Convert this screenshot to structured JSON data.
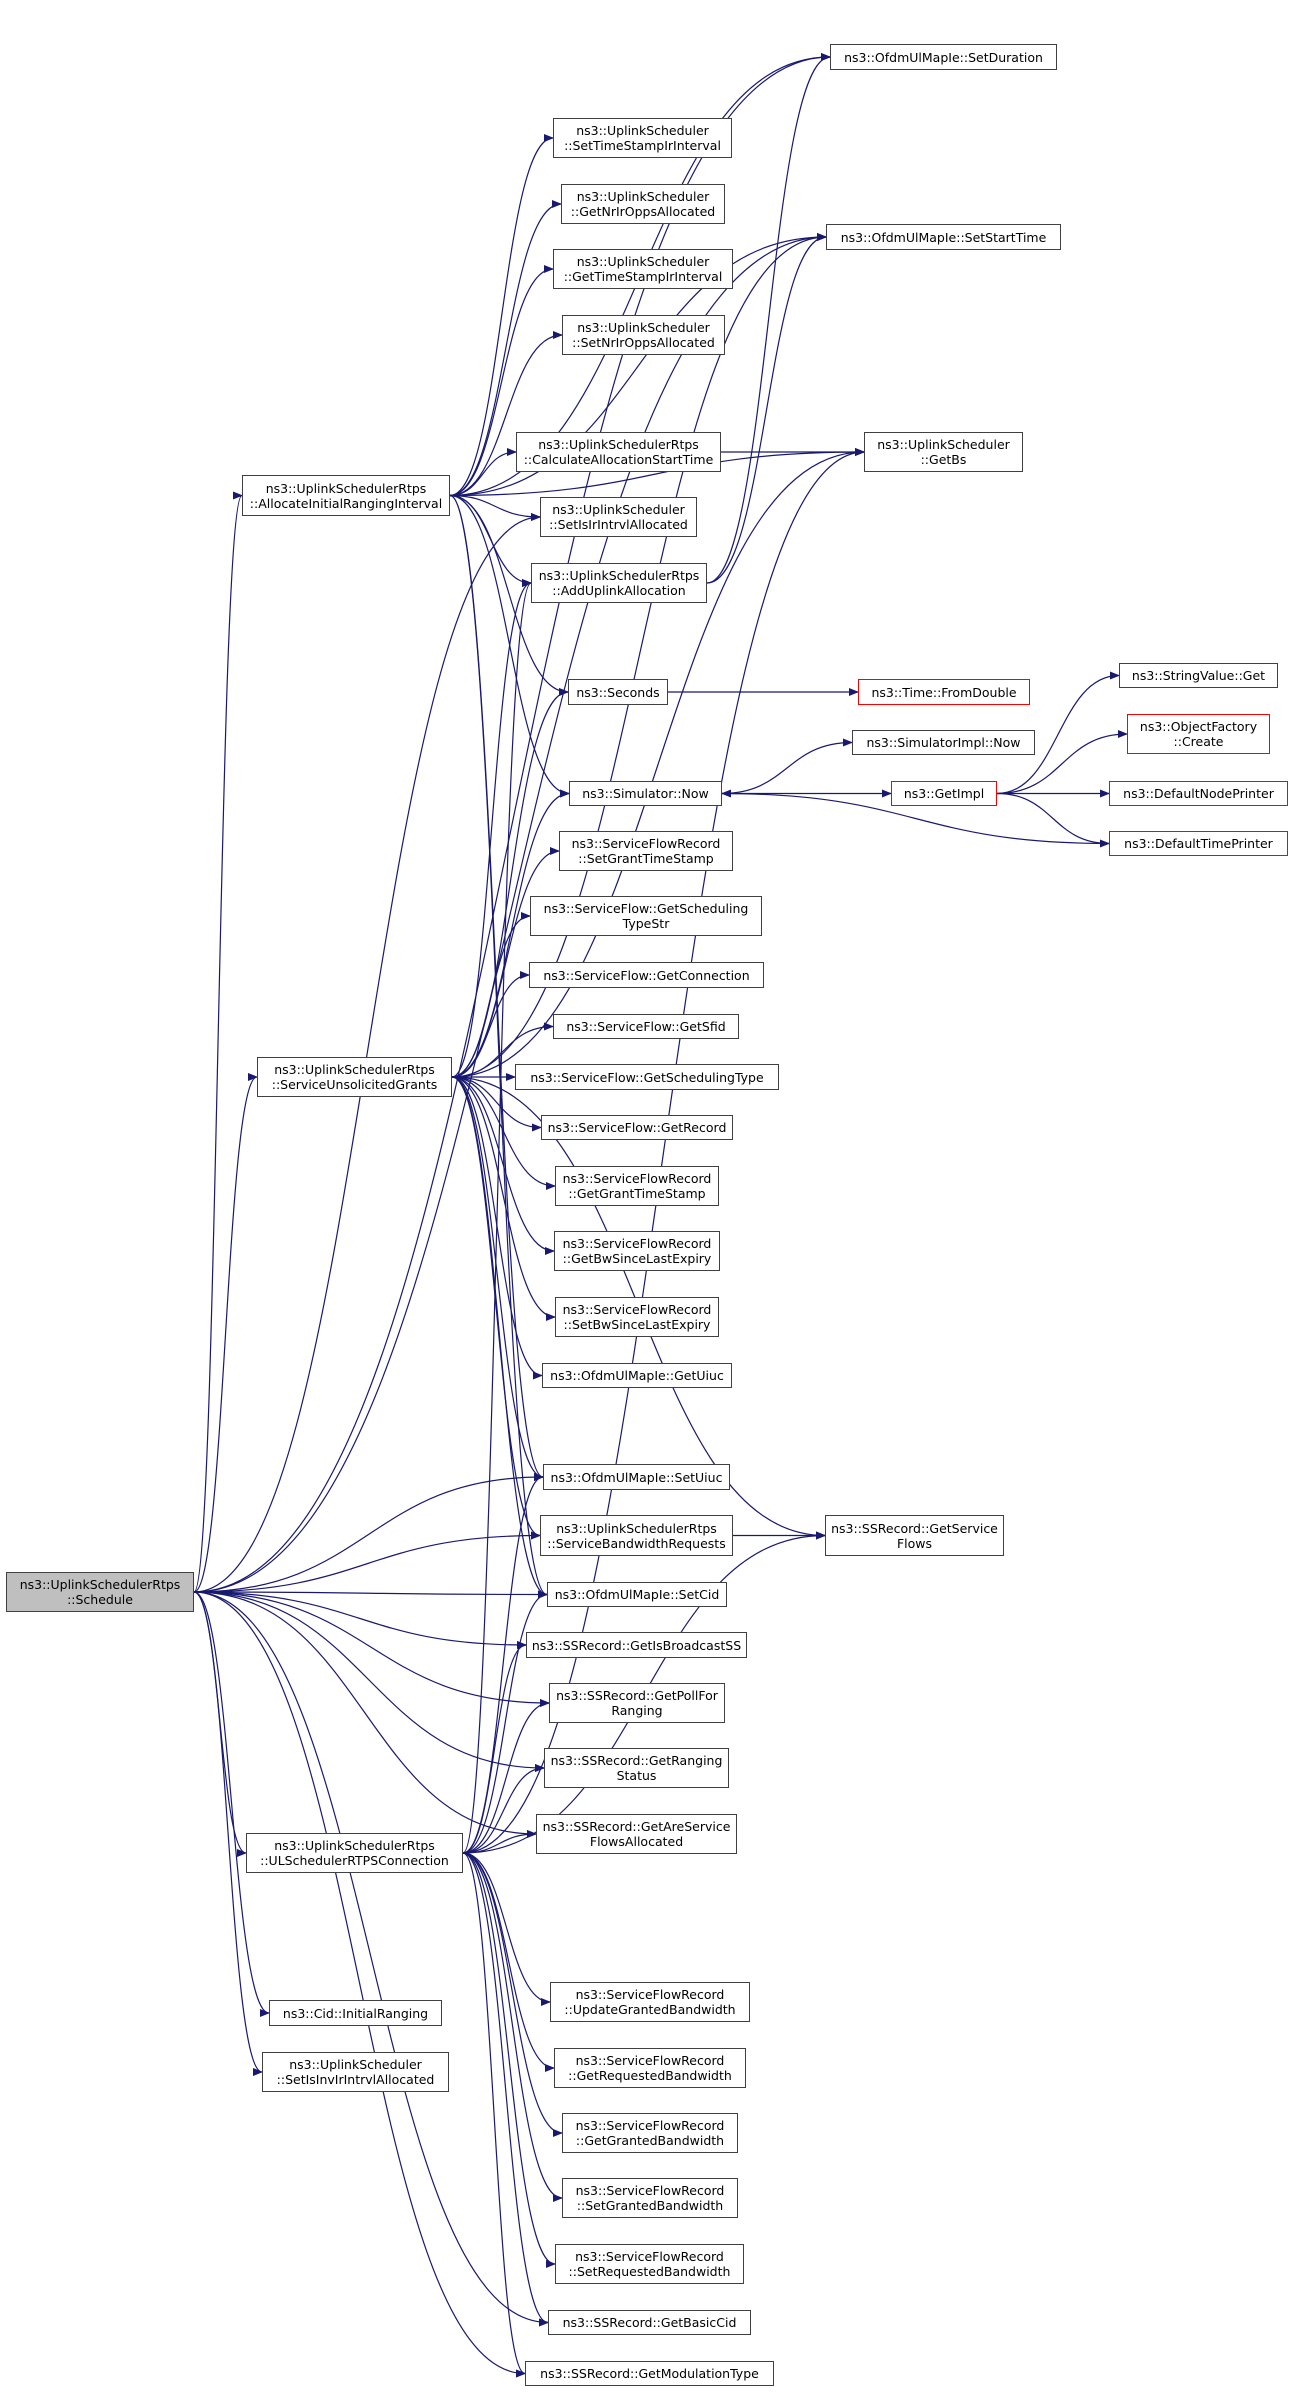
{
  "title": "ns3::UplinkSchedulerRtps::Schedule call graph",
  "colors": {
    "edge": "#191970",
    "node_border": "#404040",
    "external_border": "#ff0000",
    "root_fill": "#bfbfbf"
  },
  "nodes": [
    {
      "id": "schedule",
      "lines": [
        "ns3::UplinkSchedulerRtps",
        "::Schedule"
      ],
      "kind": "root"
    },
    {
      "id": "allocIR",
      "lines": [
        "ns3::UplinkSchedulerRtps",
        "::AllocateInitialRangingInterval"
      ],
      "kind": "normal"
    },
    {
      "id": "sug",
      "lines": [
        "ns3::UplinkSchedulerRtps",
        "::ServiceUnsolicitedGrants"
      ],
      "kind": "normal"
    },
    {
      "id": "ulrtps",
      "lines": [
        "ns3::UplinkSchedulerRtps",
        "::ULSchedulerRTPSConnection"
      ],
      "kind": "normal"
    },
    {
      "id": "initRanging",
      "lines": [
        "ns3::Cid::InitialRanging"
      ],
      "kind": "normal"
    },
    {
      "id": "setInvIr",
      "lines": [
        "ns3::UplinkScheduler",
        "::SetIsInvIrIntrvlAllocated"
      ],
      "kind": "normal"
    },
    {
      "id": "setTsIr",
      "lines": [
        "ns3::UplinkScheduler",
        "::SetTimeStampIrInterval"
      ],
      "kind": "normal"
    },
    {
      "id": "getNrIr",
      "lines": [
        "ns3::UplinkScheduler",
        "::GetNrIrOppsAllocated"
      ],
      "kind": "normal"
    },
    {
      "id": "getTsIr",
      "lines": [
        "ns3::UplinkScheduler",
        "::GetTimeStampIrInterval"
      ],
      "kind": "normal"
    },
    {
      "id": "setNrIr",
      "lines": [
        "ns3::UplinkScheduler",
        "::SetNrIrOppsAllocated"
      ],
      "kind": "normal"
    },
    {
      "id": "calcStart",
      "lines": [
        "ns3::UplinkSchedulerRtps",
        "::CalculateAllocationStartTime"
      ],
      "kind": "normal"
    },
    {
      "id": "setIsIr",
      "lines": [
        "ns3::UplinkScheduler",
        "::SetIsIrIntrvlAllocated"
      ],
      "kind": "normal"
    },
    {
      "id": "addUl",
      "lines": [
        "ns3::UplinkSchedulerRtps",
        "::AddUplinkAllocation"
      ],
      "kind": "normal"
    },
    {
      "id": "seconds",
      "lines": [
        "ns3::Seconds"
      ],
      "kind": "normal"
    },
    {
      "id": "simNow",
      "lines": [
        "ns3::Simulator::Now"
      ],
      "kind": "normal"
    },
    {
      "id": "setGrantTs",
      "lines": [
        "ns3::ServiceFlowRecord",
        "::SetGrantTimeStamp"
      ],
      "kind": "normal"
    },
    {
      "id": "getSchedTypeStr",
      "lines": [
        "ns3::ServiceFlow::GetScheduling",
        "TypeStr"
      ],
      "kind": "normal"
    },
    {
      "id": "getConn",
      "lines": [
        "ns3::ServiceFlow::GetConnection"
      ],
      "kind": "normal"
    },
    {
      "id": "getSfid",
      "lines": [
        "ns3::ServiceFlow::GetSfid"
      ],
      "kind": "normal"
    },
    {
      "id": "getSchedType",
      "lines": [
        "ns3::ServiceFlow::GetSchedulingType"
      ],
      "kind": "normal"
    },
    {
      "id": "getRecord",
      "lines": [
        "ns3::ServiceFlow::GetRecord"
      ],
      "kind": "normal"
    },
    {
      "id": "getGrantTs",
      "lines": [
        "ns3::ServiceFlowRecord",
        "::GetGrantTimeStamp"
      ],
      "kind": "normal"
    },
    {
      "id": "getBwSince",
      "lines": [
        "ns3::ServiceFlowRecord",
        "::GetBwSinceLastExpiry"
      ],
      "kind": "normal"
    },
    {
      "id": "setBwSince",
      "lines": [
        "ns3::ServiceFlowRecord",
        "::SetBwSinceLastExpiry"
      ],
      "kind": "normal"
    },
    {
      "id": "getUiuc",
      "lines": [
        "ns3::OfdmUlMapIe::GetUiuc"
      ],
      "kind": "normal"
    },
    {
      "id": "setUiuc",
      "lines": [
        "ns3::OfdmUlMapIe::SetUiuc"
      ],
      "kind": "normal"
    },
    {
      "id": "sbr",
      "lines": [
        "ns3::UplinkSchedulerRtps",
        "::ServiceBandwidthRequests"
      ],
      "kind": "normal"
    },
    {
      "id": "setCid",
      "lines": [
        "ns3::OfdmUlMapIe::SetCid"
      ],
      "kind": "normal"
    },
    {
      "id": "getIsBcast",
      "lines": [
        "ns3::SSRecord::GetIsBroadcastSS"
      ],
      "kind": "normal"
    },
    {
      "id": "getPoll",
      "lines": [
        "ns3::SSRecord::GetPollFor",
        "Ranging"
      ],
      "kind": "normal"
    },
    {
      "id": "getRangStatus",
      "lines": [
        "ns3::SSRecord::GetRanging",
        "Status"
      ],
      "kind": "normal"
    },
    {
      "id": "getAreSf",
      "lines": [
        "ns3::SSRecord::GetAreService",
        "FlowsAllocated"
      ],
      "kind": "normal"
    },
    {
      "id": "updGranted",
      "lines": [
        "ns3::ServiceFlowRecord",
        "::UpdateGrantedBandwidth"
      ],
      "kind": "normal"
    },
    {
      "id": "getReqBw",
      "lines": [
        "ns3::ServiceFlowRecord",
        "::GetRequestedBandwidth"
      ],
      "kind": "normal"
    },
    {
      "id": "getGrantedBw",
      "lines": [
        "ns3::ServiceFlowRecord",
        "::GetGrantedBandwidth"
      ],
      "kind": "normal"
    },
    {
      "id": "setGrantedBw",
      "lines": [
        "ns3::ServiceFlowRecord",
        "::SetGrantedBandwidth"
      ],
      "kind": "normal"
    },
    {
      "id": "setReqBw",
      "lines": [
        "ns3::ServiceFlowRecord",
        "::SetRequestedBandwidth"
      ],
      "kind": "normal"
    },
    {
      "id": "getBasicCid",
      "lines": [
        "ns3::SSRecord::GetBasicCid"
      ],
      "kind": "normal"
    },
    {
      "id": "getModType",
      "lines": [
        "ns3::SSRecord::GetModulationType"
      ],
      "kind": "normal"
    },
    {
      "id": "setDuration",
      "lines": [
        "ns3::OfdmUlMapIe::SetDuration"
      ],
      "kind": "normal"
    },
    {
      "id": "setStartTime",
      "lines": [
        "ns3::OfdmUlMapIe::SetStartTime"
      ],
      "kind": "normal"
    },
    {
      "id": "getBs",
      "lines": [
        "ns3::UplinkScheduler",
        "::GetBs"
      ],
      "kind": "normal"
    },
    {
      "id": "fromDouble",
      "lines": [
        "ns3::Time::FromDouble"
      ],
      "kind": "external"
    },
    {
      "id": "simImplNow",
      "lines": [
        "ns3::SimulatorImpl::Now"
      ],
      "kind": "normal"
    },
    {
      "id": "getImpl",
      "lines": [
        "ns3::GetImpl"
      ],
      "kind": "external"
    },
    {
      "id": "getServiceFlows",
      "lines": [
        "ns3::SSRecord::GetService",
        "Flows"
      ],
      "kind": "normal"
    },
    {
      "id": "stringGet",
      "lines": [
        "ns3::StringValue::Get"
      ],
      "kind": "normal"
    },
    {
      "id": "objCreate",
      "lines": [
        "ns3::ObjectFactory",
        "::Create"
      ],
      "kind": "external"
    },
    {
      "id": "defNodePrinter",
      "lines": [
        "ns3::DefaultNodePrinter"
      ],
      "kind": "external"
    },
    {
      "id": "defTimePrinter",
      "lines": [
        "ns3::DefaultTimePrinter"
      ],
      "kind": "external"
    }
  ],
  "edges": [
    [
      "schedule",
      "setDuration"
    ],
    [
      "schedule",
      "setStartTime"
    ],
    [
      "schedule",
      "allocIR"
    ],
    [
      "schedule",
      "setIsIr"
    ],
    [
      "schedule",
      "sug"
    ],
    [
      "schedule",
      "setUiuc"
    ],
    [
      "schedule",
      "sbr"
    ],
    [
      "schedule",
      "setCid"
    ],
    [
      "schedule",
      "getIsBcast"
    ],
    [
      "schedule",
      "getPoll"
    ],
    [
      "schedule",
      "getRangStatus"
    ],
    [
      "schedule",
      "getAreSf"
    ],
    [
      "schedule",
      "ulrtps"
    ],
    [
      "schedule",
      "initRanging"
    ],
    [
      "schedule",
      "setInvIr"
    ],
    [
      "schedule",
      "getBasicCid"
    ],
    [
      "schedule",
      "getModType"
    ],
    [
      "allocIR",
      "setTsIr"
    ],
    [
      "allocIR",
      "getNrIr"
    ],
    [
      "allocIR",
      "getTsIr"
    ],
    [
      "allocIR",
      "setNrIr"
    ],
    [
      "allocIR",
      "getBs"
    ],
    [
      "allocIR",
      "calcStart"
    ],
    [
      "allocIR",
      "setIsIr"
    ],
    [
      "allocIR",
      "addUl"
    ],
    [
      "allocIR",
      "seconds"
    ],
    [
      "allocIR",
      "simNow"
    ],
    [
      "allocIR",
      "setDuration"
    ],
    [
      "allocIR",
      "setStartTime"
    ],
    [
      "allocIR",
      "setUiuc"
    ],
    [
      "allocIR",
      "setCid"
    ],
    [
      "calcStart",
      "getBs"
    ],
    [
      "addUl",
      "setStartTime"
    ],
    [
      "addUl",
      "setDuration"
    ],
    [
      "seconds",
      "fromDouble"
    ],
    [
      "simNow",
      "simImplNow"
    ],
    [
      "simNow",
      "getImpl"
    ],
    [
      "getImpl",
      "stringGet"
    ],
    [
      "getImpl",
      "objCreate"
    ],
    [
      "getImpl",
      "defNodePrinter"
    ],
    [
      "getImpl",
      "defTimePrinter"
    ],
    [
      "defTimePrinter",
      "simNow"
    ],
    [
      "sug",
      "addUl"
    ],
    [
      "sug",
      "seconds"
    ],
    [
      "sug",
      "simNow"
    ],
    [
      "sug",
      "setGrantTs"
    ],
    [
      "sug",
      "getSchedTypeStr"
    ],
    [
      "sug",
      "getConn"
    ],
    [
      "sug",
      "getSfid"
    ],
    [
      "sug",
      "getSchedType"
    ],
    [
      "sug",
      "getRecord"
    ],
    [
      "sug",
      "getGrantTs"
    ],
    [
      "sug",
      "getBwSince"
    ],
    [
      "sug",
      "setBwSince"
    ],
    [
      "sug",
      "getUiuc"
    ],
    [
      "sug",
      "setUiuc"
    ],
    [
      "sug",
      "sbr"
    ],
    [
      "sug",
      "setCid"
    ],
    [
      "sug",
      "getServiceFlows"
    ],
    [
      "sug",
      "getBs"
    ],
    [
      "sug",
      "setStartTime"
    ],
    [
      "sbr",
      "getServiceFlows"
    ],
    [
      "ulrtps",
      "addUl"
    ],
    [
      "ulrtps",
      "setUiuc"
    ],
    [
      "ulrtps",
      "setCid"
    ],
    [
      "ulrtps",
      "getIsBcast"
    ],
    [
      "ulrtps",
      "getPoll"
    ],
    [
      "ulrtps",
      "getRangStatus"
    ],
    [
      "ulrtps",
      "getAreSf"
    ],
    [
      "ulrtps",
      "getBs"
    ],
    [
      "ulrtps",
      "getServiceFlows"
    ],
    [
      "ulrtps",
      "updGranted"
    ],
    [
      "ulrtps",
      "getReqBw"
    ],
    [
      "ulrtps",
      "getGrantedBw"
    ],
    [
      "ulrtps",
      "setGrantedBw"
    ],
    [
      "ulrtps",
      "setReqBw"
    ],
    [
      "ulrtps",
      "getBasicCid"
    ],
    [
      "ulrtps",
      "getModType"
    ]
  ]
}
